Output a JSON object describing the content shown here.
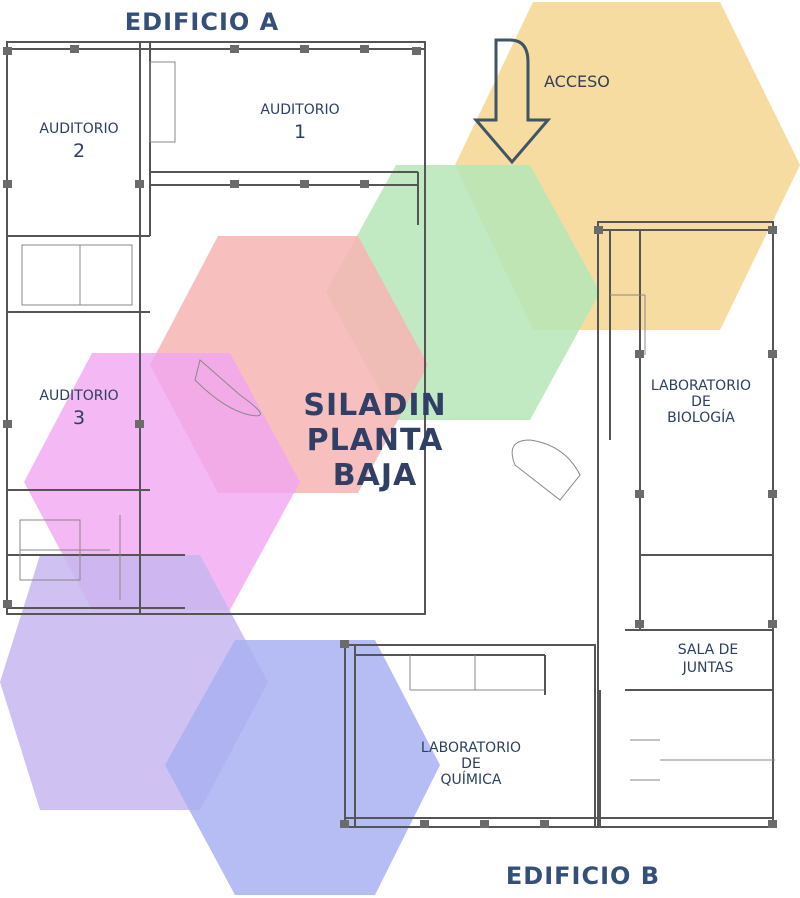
{
  "buildings": {
    "a": "EDIFICIO A",
    "b": "EDIFICIO B"
  },
  "title": [
    "SILADIN",
    "PLANTA",
    "BAJA"
  ],
  "access": "ACCESO",
  "rooms": {
    "auditorio_1": {
      "name": "AUDITORIO",
      "num": "1"
    },
    "auditorio_2": {
      "name": "AUDITORIO",
      "num": "2"
    },
    "auditorio_3": {
      "name": "AUDITORIO",
      "num": "3"
    },
    "lab_biologia": [
      "LABORATORIO",
      "DE",
      "BIOLOGÍA"
    ],
    "sala_juntas": [
      "SALA DE",
      "JUNTAS"
    ],
    "lab_quimica": [
      "LABORATORIO",
      "DE",
      "QUÍMICA"
    ]
  },
  "colors": {
    "hex_orange": "#f6dca0",
    "hex_green": "#b6e6b8",
    "hex_red": "#f7b4b4",
    "hex_magenta": "#f1a6f1",
    "hex_violet": "#c7b6ee",
    "hex_blue": "#a9b0f2",
    "text": "#2b3f60"
  }
}
